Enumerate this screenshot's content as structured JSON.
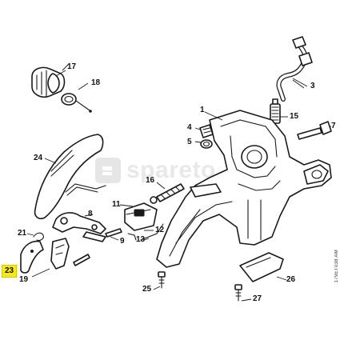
{
  "callouts": [
    {
      "id": "1",
      "label": "1"
    },
    {
      "id": "3",
      "label": "3"
    },
    {
      "id": "4",
      "label": "4"
    },
    {
      "id": "5",
      "label": "5"
    },
    {
      "id": "7",
      "label": "7"
    },
    {
      "id": "8",
      "label": "8"
    },
    {
      "id": "9",
      "label": "9"
    },
    {
      "id": "11",
      "label": "11"
    },
    {
      "id": "12",
      "label": "12"
    },
    {
      "id": "13",
      "label": "13"
    },
    {
      "id": "15",
      "label": "15"
    },
    {
      "id": "16",
      "label": "16"
    },
    {
      "id": "17",
      "label": "17"
    },
    {
      "id": "18",
      "label": "18"
    },
    {
      "id": "19",
      "label": "19"
    },
    {
      "id": "21",
      "label": "21"
    },
    {
      "id": "23",
      "label": "23",
      "highlighted": true
    },
    {
      "id": "24",
      "label": "24"
    },
    {
      "id": "25",
      "label": "25"
    },
    {
      "id": "26",
      "label": "26"
    },
    {
      "id": "27",
      "label": "27"
    }
  ],
  "watermark_text": "spareto",
  "drawing_code": "179ET038 AM",
  "colors": {
    "highlight": "#f5e81e",
    "line": "#1a1a1a",
    "background": "#ffffff"
  }
}
